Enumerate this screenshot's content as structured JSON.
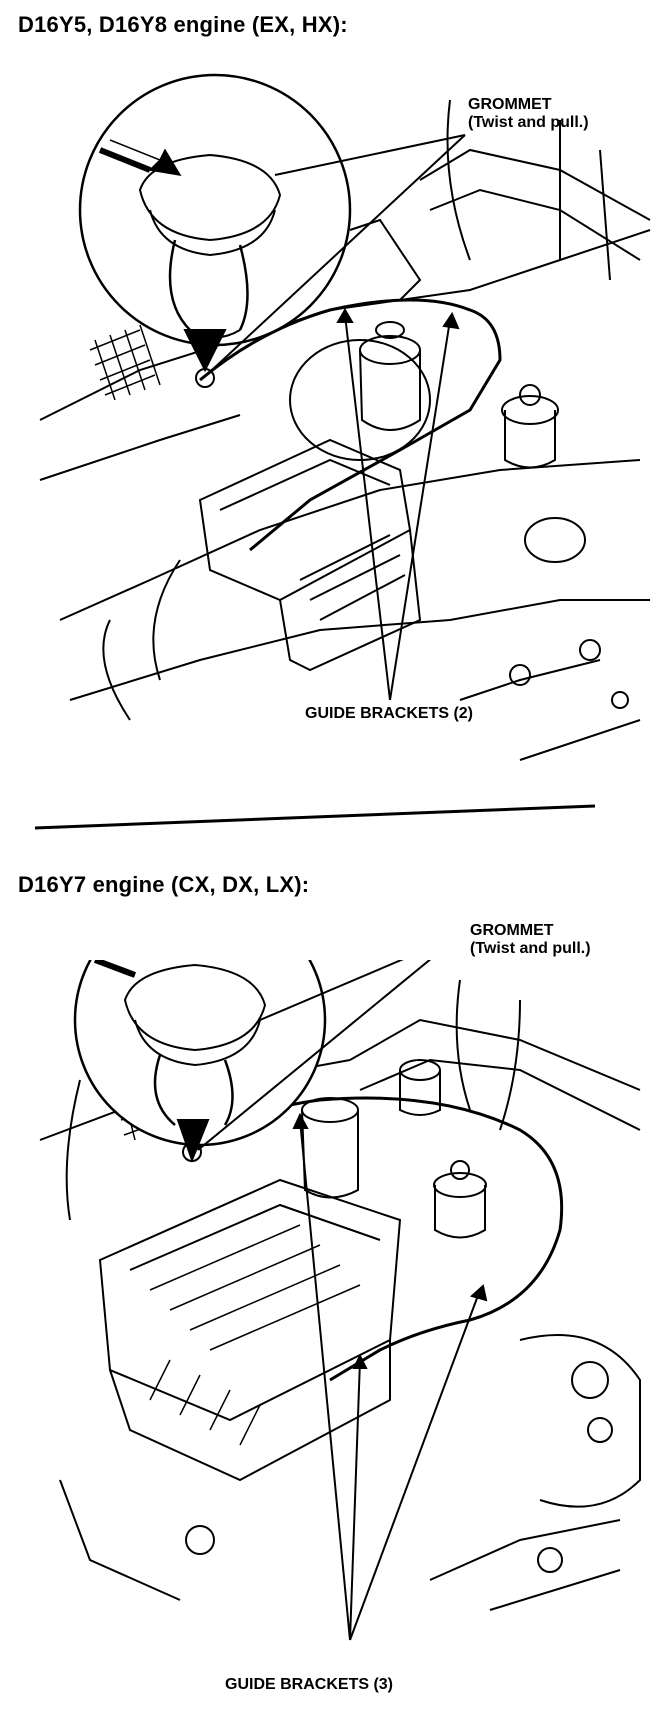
{
  "section1": {
    "title": "D16Y5, D16Y8 engine (EX, HX):",
    "grommet_label": "GROMMET",
    "grommet_note": "(Twist and pull.)",
    "brackets_label": "GUIDE BRACKETS (2)"
  },
  "section2": {
    "title": "D16Y7 engine (CX, DX, LX):",
    "grommet_label": "GROMMET",
    "grommet_note": "(Twist and pull.)",
    "brackets_label": "GUIDE BRACKETS (3)"
  },
  "colors": {
    "ink": "#000000",
    "paper": "#ffffff"
  }
}
